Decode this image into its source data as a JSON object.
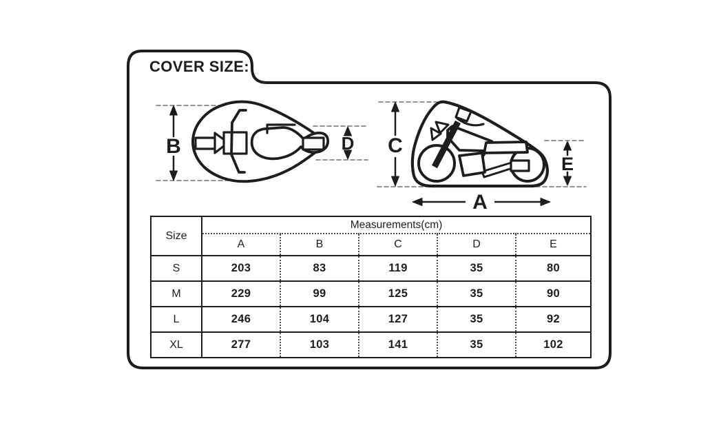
{
  "title": "COVER SIZE:",
  "colors": {
    "ink": "#1d1d1f",
    "background": "#ffffff",
    "dash": "#6e6e6e"
  },
  "diagrams": {
    "top_view": {
      "description": "motorcycle cover top view",
      "label_b": "B",
      "label_d": "D"
    },
    "side_view": {
      "description": "motorcycle cover side view",
      "label_c": "C",
      "label_e": "E",
      "label_a": "A"
    }
  },
  "table": {
    "size_header": "Size",
    "measurements_header": "Measurements(cm)",
    "columns": [
      "A",
      "B",
      "C",
      "D",
      "E"
    ],
    "rows": [
      {
        "size": "S",
        "values": [
          "203",
          "83",
          "119",
          "35",
          "80"
        ]
      },
      {
        "size": "M",
        "values": [
          "229",
          "99",
          "125",
          "35",
          "90"
        ]
      },
      {
        "size": "L",
        "values": [
          "246",
          "104",
          "127",
          "35",
          "92"
        ]
      },
      {
        "size": "XL",
        "values": [
          "277",
          "103",
          "141",
          "35",
          "102"
        ]
      }
    ]
  }
}
